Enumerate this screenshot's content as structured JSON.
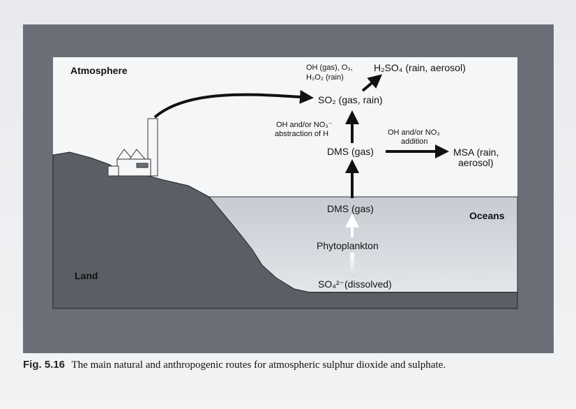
{
  "diagram": {
    "regions": {
      "atmosphere": "Atmosphere",
      "oceans": "Oceans",
      "land": "Land"
    },
    "nodes": {
      "h2so4": "H₂SO₄ (rain, aerosol)",
      "oxidants": "OH (gas), O₃,",
      "oxidants2": "H₂O₂ (rain)",
      "so2": "SO₂ (gas, rain)",
      "abstraction1": "OH and/or NO₃⁻",
      "abstraction2": "abstraction of H",
      "dms_gas_air": "DMS (gas)",
      "addition1": "OH and/or NO₃",
      "addition2": "addition",
      "msa1": "MSA (rain,",
      "msa2": "aerosol)",
      "dms_gas_ocean": "DMS (gas)",
      "phytoplankton": "Phytoplankton",
      "sulfate": "SO₄²⁻(dissolved)"
    }
  },
  "caption": {
    "number": "Fig. 5.16",
    "text": "The main natural and anthropogenic routes for atmospheric sulphur dioxide and sulphate."
  }
}
